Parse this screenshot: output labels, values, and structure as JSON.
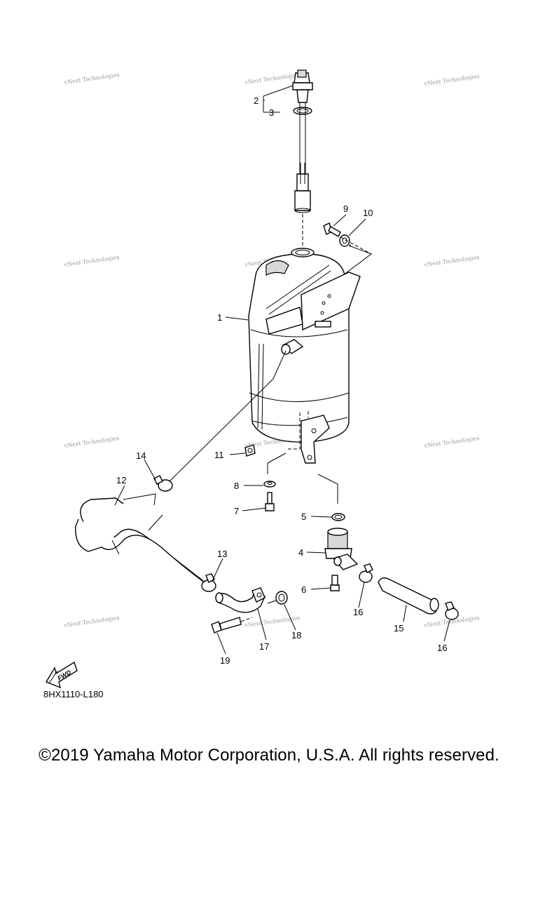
{
  "watermark": "vNext Technologies",
  "callouts": [
    "1",
    "2",
    "3",
    "4",
    "5",
    "6",
    "7",
    "8",
    "9",
    "10",
    "11",
    "12",
    "13",
    "14",
    "15",
    "16",
    "16",
    "17",
    "18",
    "19"
  ],
  "fwd_label": "FWD",
  "ref_code": "8HX1110-L180",
  "copyright": "©2019 Yamaha Motor Corporation, U.S.A. All rights reserved."
}
